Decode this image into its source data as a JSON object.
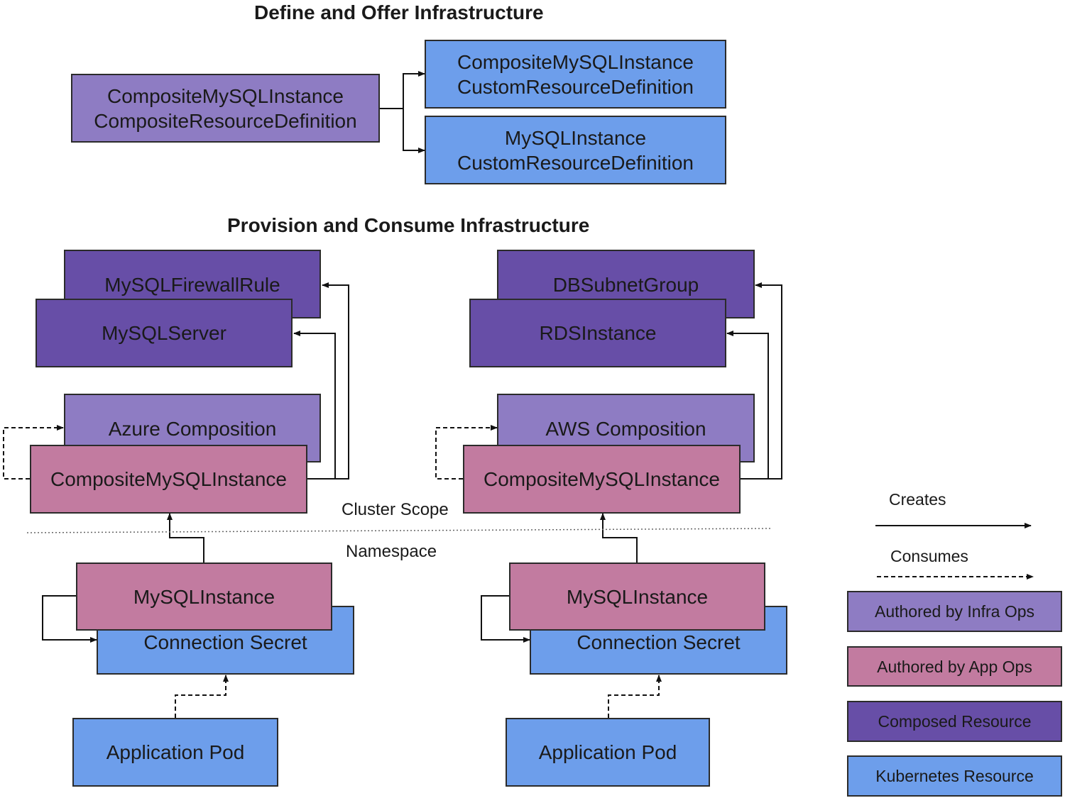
{
  "sections": {
    "define_title": "Define and Offer Infrastructure",
    "provision_title": "Provision and Consume Infrastructure"
  },
  "define": {
    "xrd": {
      "line1": "CompositeMySQLInstance",
      "line2": "CompositeResourceDefinition"
    },
    "crd_composite": {
      "line1": "CompositeMySQLInstance",
      "line2": "CustomResourceDefinition"
    },
    "crd_claim": {
      "line1": "MySQLInstance",
      "line2": "CustomResourceDefinition"
    }
  },
  "azure": {
    "firewall_rule": "MySQLFirewallRule",
    "server": "MySQLServer",
    "composition": "Azure Composition",
    "composite": "CompositeMySQLInstance",
    "claim": "MySQLInstance",
    "secret": "Connection Secret",
    "pod": "Application Pod"
  },
  "aws": {
    "subnet_group": "DBSubnetGroup",
    "rds": "RDSInstance",
    "composition": "AWS Composition",
    "composite": "CompositeMySQLInstance",
    "claim": "MySQLInstance",
    "secret": "Connection Secret",
    "pod": "Application Pod"
  },
  "scopes": {
    "cluster": "Cluster Scope",
    "namespace": "Namespace"
  },
  "legend": {
    "creates": "Creates",
    "consumes": "Consumes",
    "infra_ops": "Authored by Infra Ops",
    "app_ops": "Authored by App Ops",
    "composed": "Composed Resource",
    "kubernetes": "Kubernetes Resource"
  },
  "colors": {
    "infra_ops": "#8e7cc3",
    "app_ops": "#c27ba0",
    "composed": "#674ea7",
    "kubernetes": "#6d9eeb"
  }
}
